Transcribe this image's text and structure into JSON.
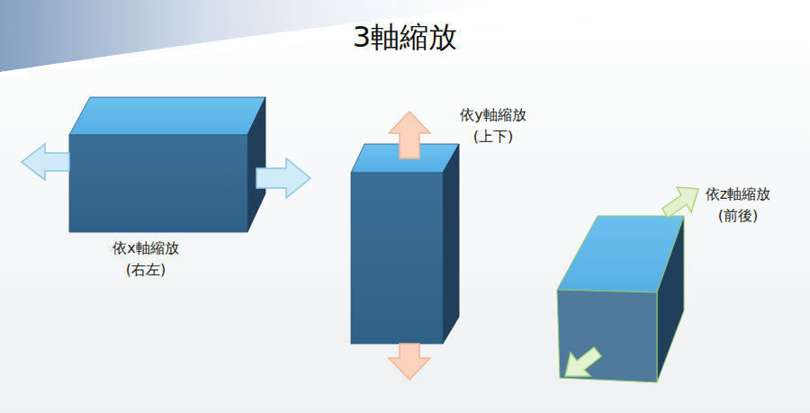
{
  "diagram": {
    "title": "3軸縮放",
    "labels": [
      "依y軸縮放",
      "(上下)",
      "依z軸縮放",
      "(前後)",
      "依x軸縮放",
      "(右左)"
    ]
  }
}
